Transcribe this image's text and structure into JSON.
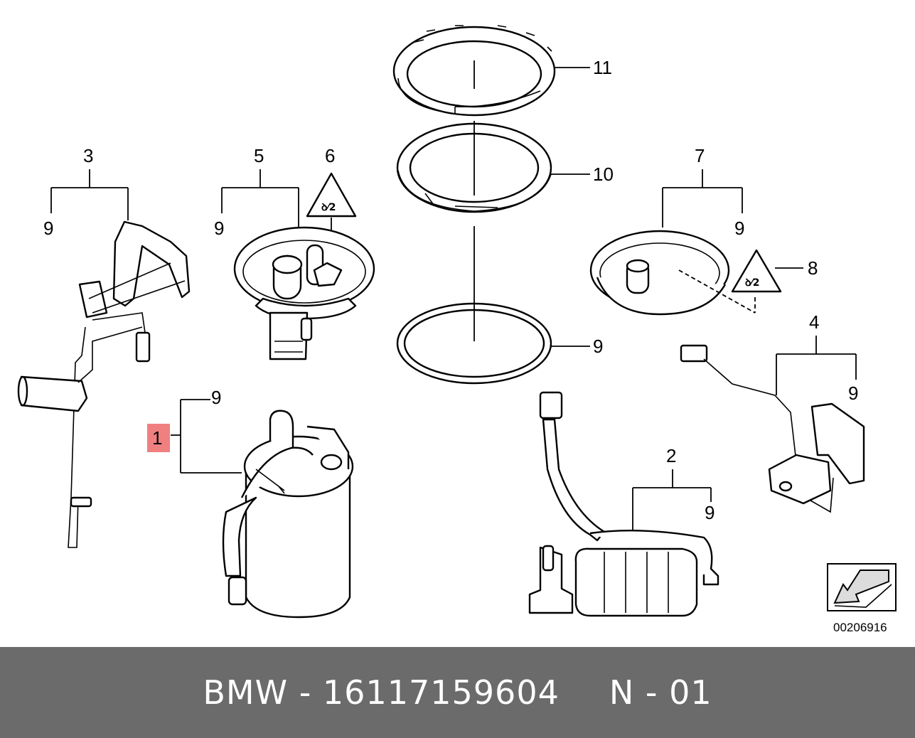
{
  "callouts": {
    "c1": "1",
    "c2": "2",
    "c3": "3",
    "c4": "4",
    "c5": "5",
    "c6": "6",
    "c7": "7",
    "c8": "8",
    "c9": "9",
    "c10": "10",
    "c11": "11"
  },
  "highlight_color": "#f08080",
  "diagram_number": "00206916",
  "footer": {
    "part_text": "BMW - 16117159604",
    "ref_text": "N - 01"
  }
}
